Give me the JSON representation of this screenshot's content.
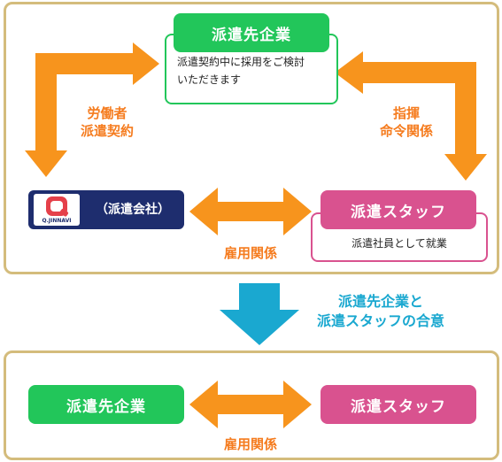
{
  "top": {
    "client": {
      "title": "派遣先企業",
      "note_line1": "派遣契約中に採用をご検討",
      "note_line2": "いただきます"
    },
    "agency": {
      "logo_text": "Q.JINNAVI",
      "label": "（派遣会社）"
    },
    "staff": {
      "title": "派遣スタッフ",
      "note": "派遣社員として就業"
    },
    "left_label_1": "労働者",
    "left_label_2": "派遣契約",
    "right_label_1": "指揮",
    "right_label_2": "命令関係",
    "middle_label": "雇用関係"
  },
  "transition": {
    "line1": "派遣先企業と",
    "line2": "派遣スタッフの合意"
  },
  "bottom": {
    "client_title": "派遣先企業",
    "staff_title": "派遣スタッフ",
    "middle_label": "雇用関係"
  },
  "colors": {
    "green": "#22c65a",
    "pink": "#d9528f",
    "navy": "#1e2d6e",
    "orange": "#f7941d",
    "blue": "#1aa8d0",
    "panel_border": "#d4bc7c"
  }
}
